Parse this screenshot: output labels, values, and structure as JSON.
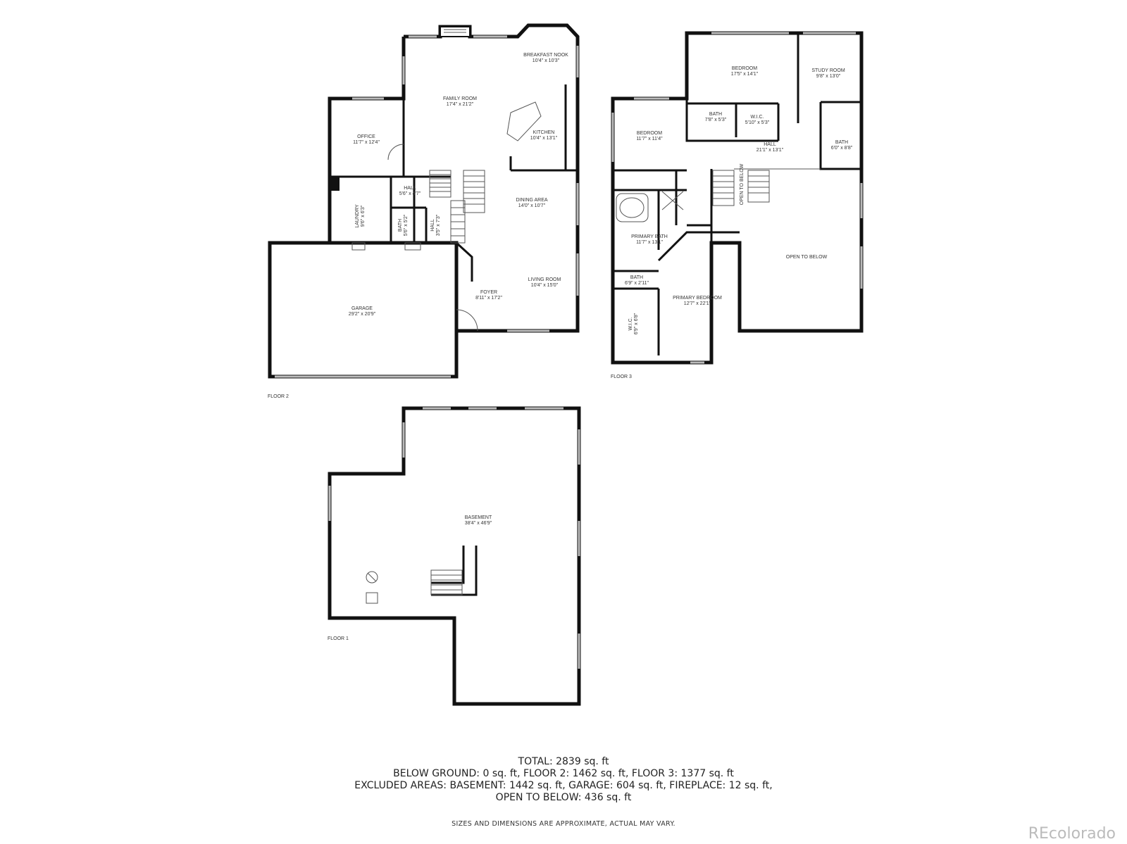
{
  "rooms": {
    "breakfast_nook": {
      "name": "BREAKFAST NOOK",
      "dim": "10'4\" x 10'3\""
    },
    "family_room": {
      "name": "FAMILY ROOM",
      "dim": "17'4\" x 21'2\""
    },
    "kitchen": {
      "name": "KITCHEN",
      "dim": "10'4\" x 13'1\""
    },
    "office": {
      "name": "OFFICE",
      "dim": "11'7\" x 12'4\""
    },
    "hall_f2a": {
      "name": "HALL",
      "dim": "5'6\" x 4'7\""
    },
    "laundry": {
      "name": "LAUNDRY",
      "dim": "9'6\" x 6'3\""
    },
    "bath_f2": {
      "name": "BATH",
      "dim": "5'6\" x 5'2\""
    },
    "hall_f2b": {
      "name": "HALL",
      "dim": "3'5\" x 7'3\""
    },
    "dining_area": {
      "name": "DINING AREA",
      "dim": "14'0\" x 10'7\""
    },
    "garage": {
      "name": "GARAGE",
      "dim": "29'2\" x 20'9\""
    },
    "foyer": {
      "name": "FOYER",
      "dim": "8'11\" x 17'2\""
    },
    "living_room": {
      "name": "LIVING ROOM",
      "dim": "10'4\" x 15'0\""
    },
    "bedroom_a": {
      "name": "BEDROOM",
      "dim": "17'5\" x 14'1\""
    },
    "study_room": {
      "name": "STUDY ROOM",
      "dim": "9'8\" x 13'0\""
    },
    "bath_f3a": {
      "name": "BATH",
      "dim": "7'8\" x 5'3\""
    },
    "wic_f3a": {
      "name": "W.I.C.",
      "dim": "5'10\" x 5'3\""
    },
    "bedroom_b": {
      "name": "BEDROOM",
      "dim": "11'7\" x 11'4\""
    },
    "hall_f3": {
      "name": "HALL",
      "dim": "21'1\" x 13'1\""
    },
    "bath_f3b": {
      "name": "BATH",
      "dim": "6'0\" x 8'8\""
    },
    "open_below_a": {
      "name": "OPEN TO BELOW",
      "dim": ""
    },
    "open_below_b": {
      "name": "OPEN TO BELOW",
      "dim": ""
    },
    "primary_bath": {
      "name": "PRIMARY BATH",
      "dim": "11'7\" x 13'1\""
    },
    "bath_f3c": {
      "name": "BATH",
      "dim": "6'9\" x 2'11\""
    },
    "primary_bedroom": {
      "name": "PRIMARY BEDROOM",
      "dim": "12'7\" x 22'1\""
    },
    "wic_f3b": {
      "name": "W.I.C.",
      "dim": "6'9\" x 6'8\""
    },
    "basement": {
      "name": "BASEMENT",
      "dim": "38'4\" x 46'9\""
    }
  },
  "floors": {
    "floor2": "FLOOR 2",
    "floor3": "FLOOR 3",
    "floor1": "FLOOR 1"
  },
  "summary": {
    "total": "TOTAL: 2839 sq. ft",
    "below_ground": "BELOW GROUND: 0 sq. ft, FLOOR 2: 1462 sq. ft, FLOOR 3: 1377 sq. ft",
    "excluded": "EXCLUDED AREAS: BASEMENT: 1442 sq. ft, GARAGE: 604 sq. ft, FIREPLACE: 12 sq. ft,",
    "open_below": "OPEN TO BELOW: 436 sq. ft"
  },
  "disclaimer": "SIZES AND DIMENSIONS ARE APPROXIMATE, ACTUAL MAY VARY.",
  "brand": "REcolorado"
}
